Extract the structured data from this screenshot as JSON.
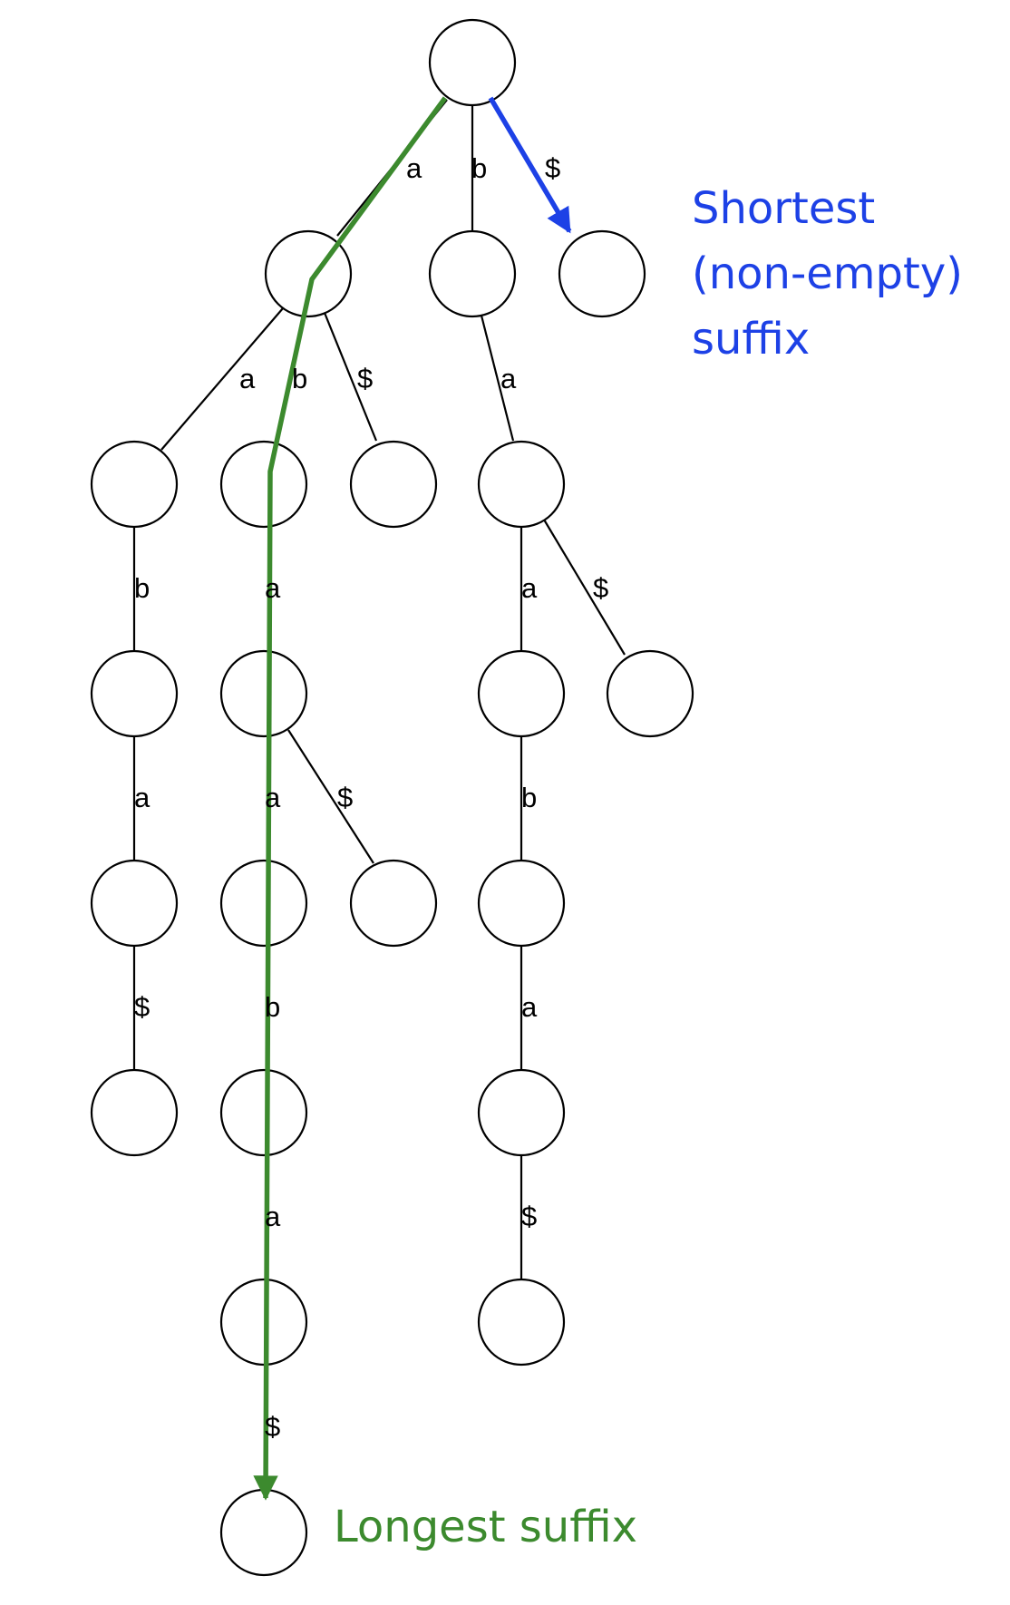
{
  "colors": {
    "tree": "#000000",
    "longest_path": "#3c8a2e",
    "shortest_path": "#1d41e6",
    "background": "#ffffff"
  },
  "annotations": {
    "shortest": {
      "lines": [
        "Shortest",
        "(non-empty)",
        "suffix"
      ]
    },
    "longest": {
      "text": "Longest suffix"
    }
  },
  "edge_labels": {
    "root_a": "a",
    "root_b": "b",
    "root_end": "$",
    "a_a": "a",
    "a_b": "b",
    "a_end": "$",
    "aa_b": "b",
    "aab_a": "a",
    "aaba_end": "$",
    "ab_a": "a",
    "aba_a": "a",
    "aba_end": "$",
    "abaa_b": "b",
    "abaab_a": "a",
    "abaaba_end": "$",
    "b_a": "a",
    "ba_a": "a",
    "ba_end": "$",
    "baa_b": "b",
    "baab_a": "a",
    "baaba_end": "$"
  }
}
